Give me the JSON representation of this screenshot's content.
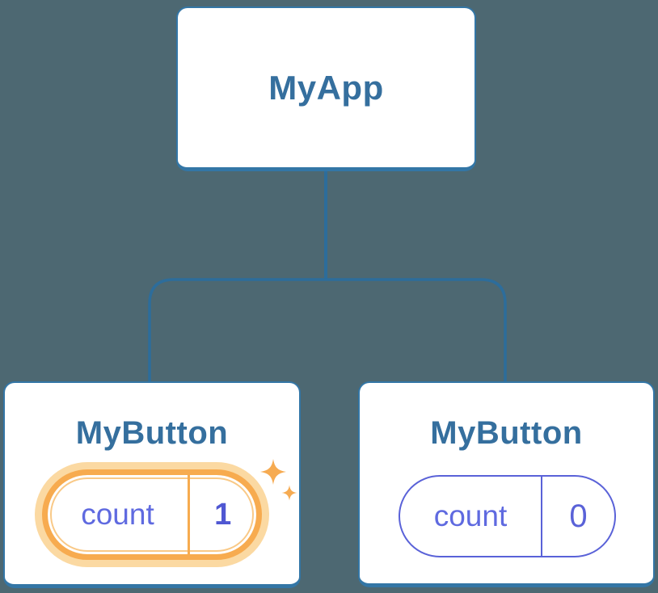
{
  "colors": {
    "background": "#4d6872",
    "card_background": "#ffffff",
    "card_border": "#3376a6",
    "connector_line": "#2d6d9b",
    "node_title_text": "#356f9e",
    "state_indigo": "#5a62d8",
    "state_name_text": "#5f6ae0",
    "state_value_bold": "#4f57d2",
    "highlight_orange": "#f7ab4f",
    "highlight_halo": "#fbd9a2"
  },
  "tree": {
    "root": {
      "label": "MyApp"
    },
    "children": [
      {
        "label": "MyButton",
        "highlighted": true,
        "icon": "sparkles-icon",
        "state": {
          "name": "count",
          "value": "1"
        }
      },
      {
        "label": "MyButton",
        "highlighted": false,
        "state": {
          "name": "count",
          "value": "0"
        }
      }
    ]
  }
}
